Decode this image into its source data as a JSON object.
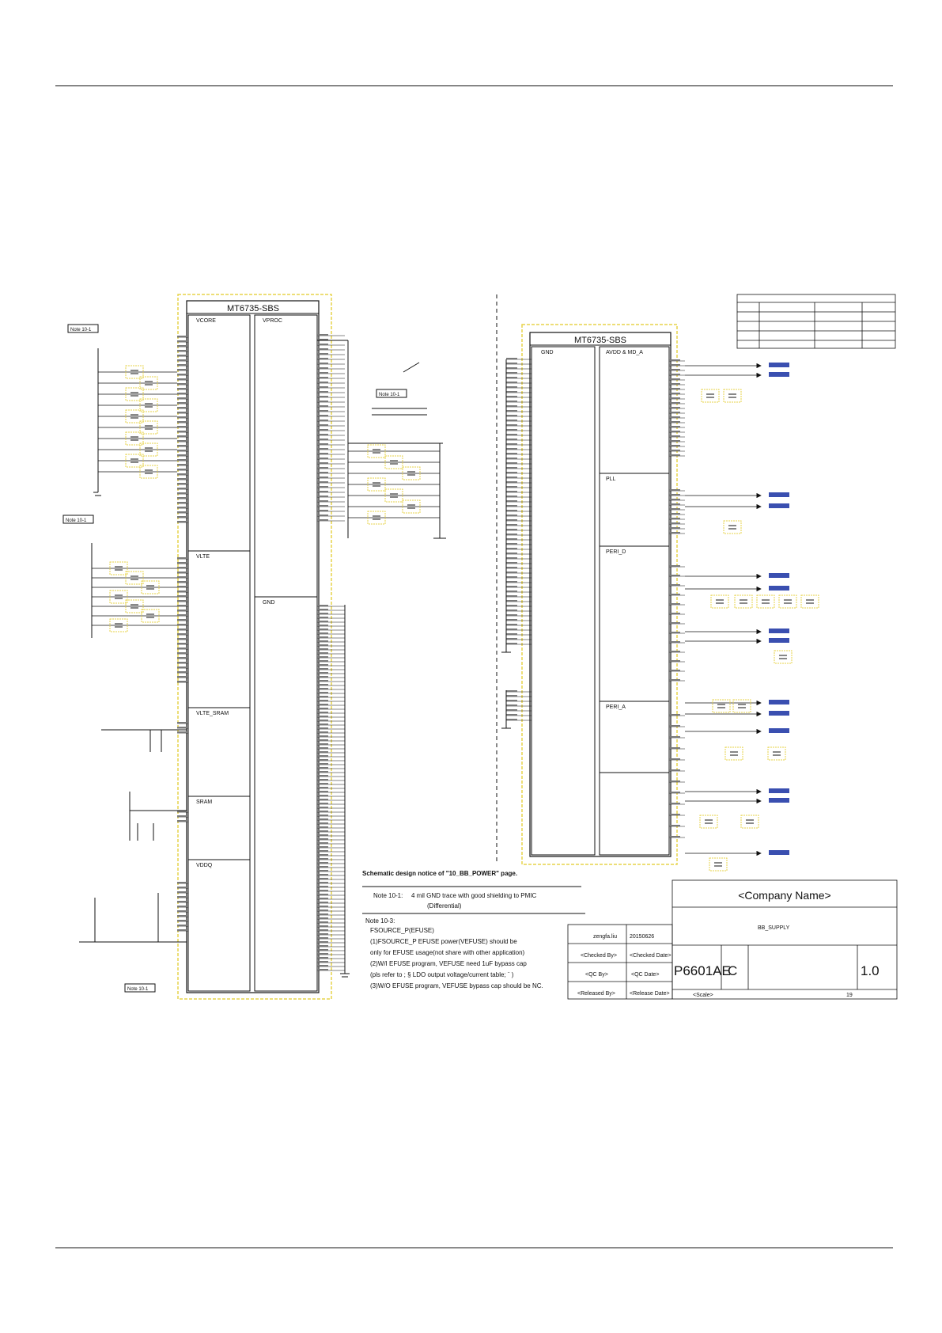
{
  "chips": {
    "left": {
      "name": "MT6735-SBS",
      "blocks": [
        "VCORE",
        "VPROC",
        "VLTE",
        "VLTE_SRAM",
        "SRAM",
        "VDDQ",
        "GND"
      ]
    },
    "right": {
      "name": "MT6735-SBS",
      "blocks": [
        "GND",
        "AVDD & MD_A",
        "PLL",
        "PERI_D",
        "PERI_A"
      ]
    }
  },
  "notes": {
    "tags": [
      "Note 10-1",
      "Note 10-1",
      "Note 10-1",
      "Note 10-1"
    ],
    "title": "Schematic design notice of \"10_BB_POWER\" page.",
    "note1_label": "Note 10-1:",
    "note1_text": "4 mil GND trace with good shielding to PMIC",
    "note1_sub": "(Differential)",
    "note3_label": "Note 10-3:",
    "note3_lines": [
      "FSOURCE_P(EFUSE)",
      "(1)FSOURCE_P EFUSE power(VEFUSE) should be",
      "only for EFUSE usage(not share with other application)",
      "(2)W/I EFUSE program, VEFUSE need 1uF bypass cap",
      "(pls refer to ; § LDO output voltage/current table; ¨ )",
      "(3)W/O EFUSE program, VEFUSE bypass cap should be NC."
    ]
  },
  "signoff": {
    "drawn_value": "zengfa.liu",
    "date_value": "20150626",
    "checked": "<Checked By>",
    "checked_date": "<Checked Date>",
    "qc": "<QC By>",
    "qc_date": "<QC Date>",
    "released": "<Released By>",
    "released_date": "<Release Date>"
  },
  "title_block": {
    "company": "<Company Name>",
    "title": "BB_SUPPLY",
    "code": "P6601AE",
    "size": "C",
    "rev": "1.0",
    "scale": "<Scale>",
    "sheet": "19"
  }
}
